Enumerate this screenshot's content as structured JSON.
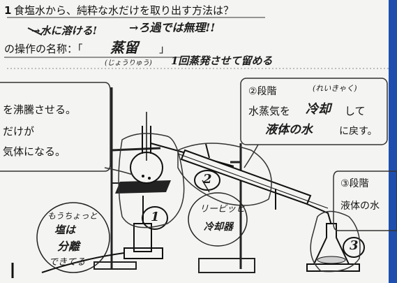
{
  "worksheet": {
    "question": "食塩水から、純粋な水だけを取り出す方法は？",
    "question_number": "1",
    "note_dissolve": "→水に溶ける!",
    "note_filter": "→ろ過では無理!!",
    "operation_label": "の操作の名称：「",
    "operation_answer": "蒸留",
    "operation_close": "」",
    "furigana_ryuu": "(じょうりゅう)",
    "operation_note": "1回蒸発させて留める",
    "step1_line1": "を沸騰させる。",
    "step1_line2": "だけが",
    "step1_line3": "気体になる。",
    "step2_title": "②段階",
    "step2_furigana": "(れいきゃく)",
    "step2_line1_a": "水蒸気を",
    "step2_line1_b": "冷却",
    "step2_line1_c": "して",
    "step2_line2_a": "液体の水",
    "step2_line2_b": "に戻す。",
    "step3_title": "③段階",
    "step3_line1": "液体の水",
    "circle1": "1",
    "circle2": "2",
    "circle3": "3",
    "bubble_left": [
      "もうちょっと",
      "塩は",
      "分離",
      "できてる"
    ],
    "bubble_mid": [
      "リービッヒ",
      "冷却器"
    ],
    "margin_mark": "!"
  },
  "colors": {
    "frame": "#1f4fae",
    "paper": "#f4f4f2",
    "ink": "#141414"
  }
}
